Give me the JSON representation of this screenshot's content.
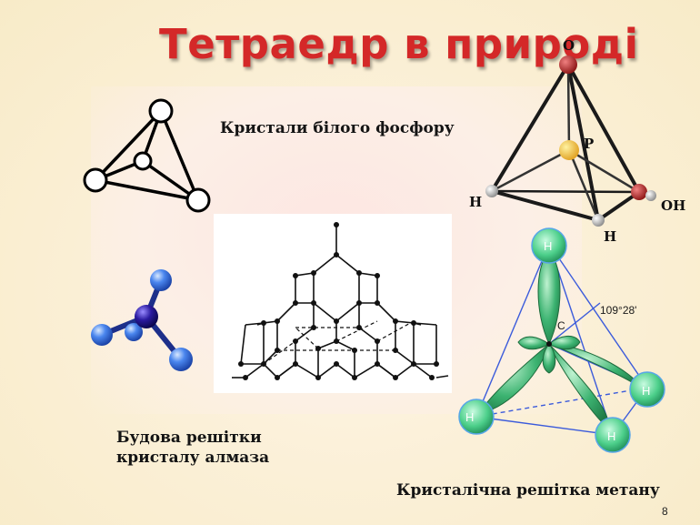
{
  "slide": {
    "title": "Тетраедр в природі",
    "page_number": "8"
  },
  "captions": {
    "phosphorus": "Кристали білого фосфору",
    "diamond_line1": "Будова решітки",
    "diamond_line2": "кристалу алмаза",
    "methane": "Кристалічна решітка метану"
  },
  "phosphoric_acid": {
    "top": "O",
    "center": "P",
    "left": "H",
    "right": "OH",
    "bottom": "H"
  },
  "methane": {
    "center": "C",
    "angle": "109°28'",
    "h": "H"
  },
  "colors": {
    "title": "#d42828",
    "background": "#fbf4dc",
    "orbital_green": "#3cb371",
    "atom_blue": "#3a78e8"
  }
}
